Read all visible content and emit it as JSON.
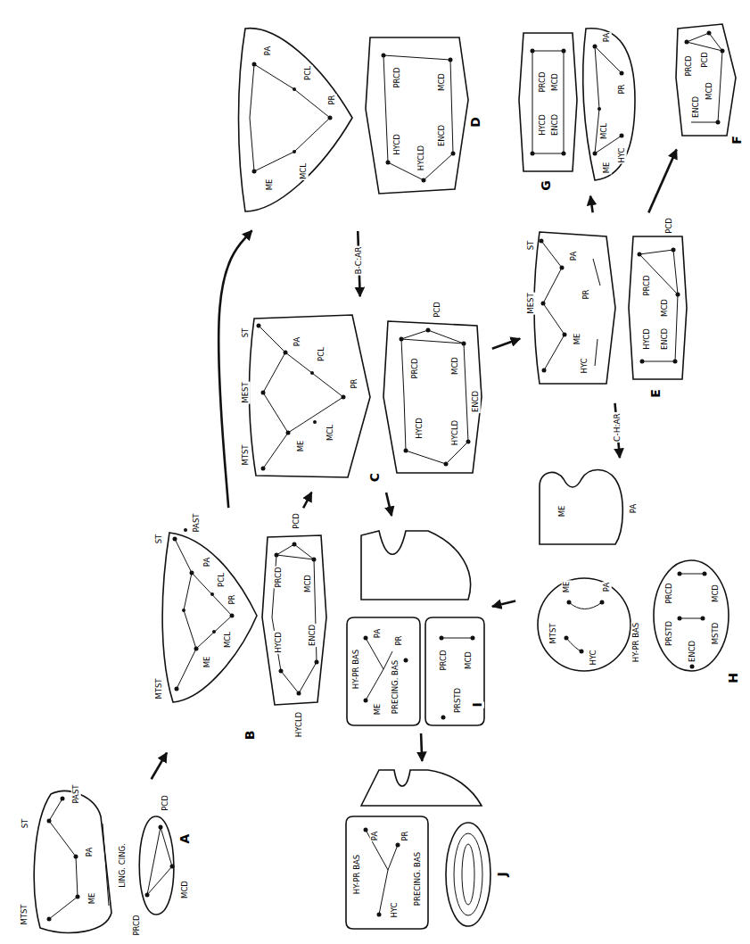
{
  "diagram": {
    "nodes": [
      {
        "text": [
          "A",
          "MTST",
          "ST",
          "PAST",
          "PA",
          "ME",
          "LING. CING.",
          "PRCD",
          "PCD",
          "MCD"
        ]
      },
      {
        "text": [
          "B",
          "ST",
          "PAST",
          "PA",
          "PCL",
          "PR",
          "ME",
          "MTST",
          "MCL",
          "PRCD",
          "PCD",
          "MCD",
          "HYCD",
          "HYCLD",
          "ENCD"
        ]
      },
      {
        "text": [
          "C",
          "ST",
          "PA",
          "PCL",
          "PR",
          "MEST",
          "ME",
          "MCL",
          "MTST",
          "PRCD",
          "PCD",
          "MCD",
          "HYCD",
          "HYCLD",
          "ENCD"
        ]
      },
      {
        "text": [
          "D",
          "PA",
          "PCL",
          "PR",
          "ME",
          "MCL",
          "PRCD",
          "MCD",
          "HYCD",
          "HYCLD",
          "ENCD"
        ]
      },
      {
        "text": [
          "E",
          "ST",
          "PA",
          "MEST",
          "ME",
          "PR",
          "HYC",
          "PRCD",
          "PCD",
          "MCD",
          "HYCD",
          "ENCD"
        ]
      },
      {
        "text": [
          "F",
          "PRCD",
          "PCD",
          "MCD",
          "ENCD"
        ]
      },
      {
        "text": [
          "G",
          "PRCD",
          "MCD",
          "HYCD",
          "ENCD",
          "PA",
          "PR",
          "MCL",
          "HYC",
          "ME"
        ]
      },
      {
        "text": [
          "H",
          "ME",
          "PA",
          "ME",
          "PA",
          "MTST",
          "HYC",
          "HY-PR BAS",
          "PRCD",
          "MCD",
          "PRSTD",
          "MSTD",
          "ENCD"
        ]
      },
      {
        "text": [
          "I",
          "PRECING. BAS",
          "PR",
          "PA",
          "ME",
          "HY-PR BAS",
          "PRCD",
          "MCD",
          "PRSTD"
        ]
      },
      {
        "text": [
          "J",
          "PA",
          "PR",
          "PRECING. BAS",
          "HY-PR BAS",
          "HYC"
        ]
      }
    ],
    "edges": [
      {
        "from": 0,
        "to": 1,
        "arrow": "to"
      },
      {
        "from": 1,
        "to": 2,
        "arrow": "to"
      },
      {
        "from": 1,
        "to": 3,
        "arrow": "to"
      },
      {
        "from": 3,
        "to": 2,
        "label": "B-C:AR",
        "arrow": "to"
      },
      {
        "from": 2,
        "to": 4,
        "arrow": "to"
      },
      {
        "from": 2,
        "to": 8,
        "arrow": "to"
      },
      {
        "from": 4,
        "to": 5,
        "arrow": "to"
      },
      {
        "from": 4,
        "to": 6,
        "arrow": "to"
      },
      {
        "from": 4,
        "to": 7,
        "label": "C-H:AR",
        "arrow": "to"
      },
      {
        "from": 7,
        "to": 8,
        "arrow": "to"
      },
      {
        "from": 8,
        "to": 9,
        "arrow": "to"
      }
    ]
  }
}
